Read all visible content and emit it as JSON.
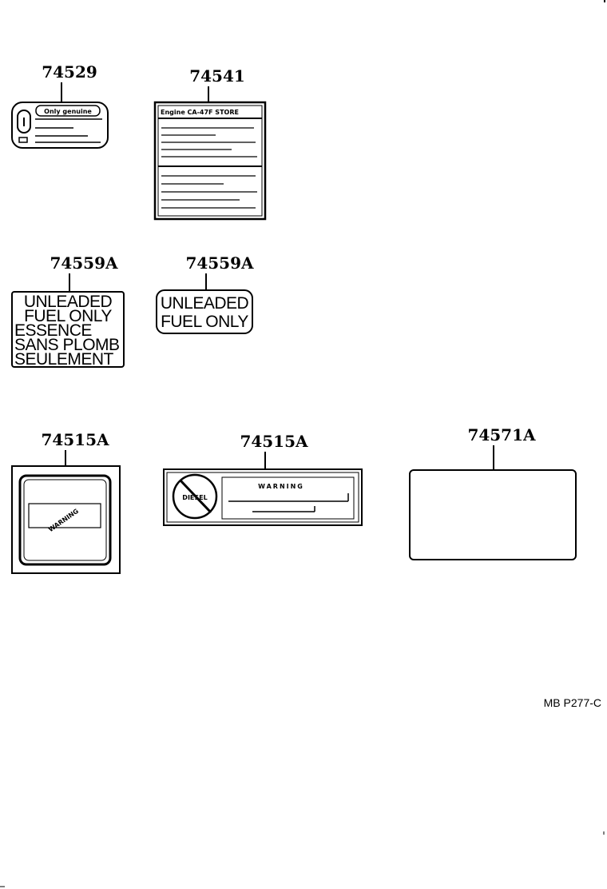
{
  "parts": [
    {
      "part_number": "74529",
      "label_text": "Only genuine"
    },
    {
      "part_number": "74541",
      "label_text": "Engine  CA-47F  STORE"
    },
    {
      "part_number": "74559A",
      "label_lines": [
        "UNLEADED",
        "FUEL ONLY",
        "ESSENCE",
        "SANS PLOMB",
        "SEULEMENT"
      ]
    },
    {
      "part_number": "74559A",
      "label_lines": [
        "UNLEADED",
        "FUEL ONLY"
      ]
    },
    {
      "part_number": "74515A",
      "label_text": "WARNING"
    },
    {
      "part_number": "74515A",
      "label_text": "WARNING",
      "symbol_text": "DIESEL"
    },
    {
      "part_number": "74571A"
    }
  ],
  "reference_code": "MB  P277-C",
  "colors": {
    "ink": "#000000",
    "background": "#ffffff"
  }
}
